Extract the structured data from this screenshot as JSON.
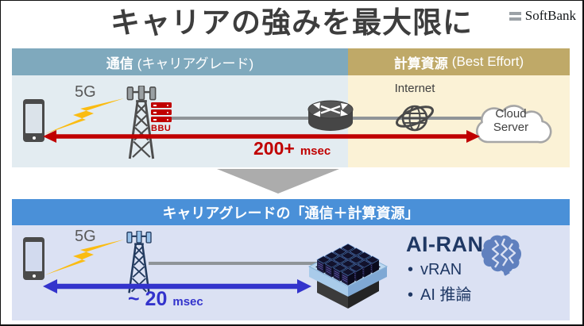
{
  "title": "キャリアの強みを最大限に",
  "brand": "SoftBank",
  "top": {
    "header_left_strong": "通信",
    "header_left_rest": "(キャリアグレード)",
    "header_right_strong": "計算資源",
    "header_right_rest": "(Best Effort)",
    "five_g": "5G",
    "bbu": "BBU",
    "internet": "Internet",
    "cloud_line1": "Cloud",
    "cloud_line2": "Server",
    "latency_value": "200+",
    "latency_unit": "msec"
  },
  "bottom": {
    "header": "キャリアグレードの「通信＋計算資源」",
    "five_g": "5G",
    "latency_value": "~ 20",
    "latency_unit": "msec",
    "airan_title": "AI-RAN",
    "bullet_char": "•",
    "bullets": [
      "vRAN",
      "AI 推論"
    ]
  },
  "colors": {
    "carrier_red": "#C00000",
    "carrier_blue": "#3333CC",
    "header_teal": "#7FA9BD",
    "header_gold": "#BFA968",
    "header_blue": "#4A90D8",
    "navy_text": "#1F3864"
  }
}
